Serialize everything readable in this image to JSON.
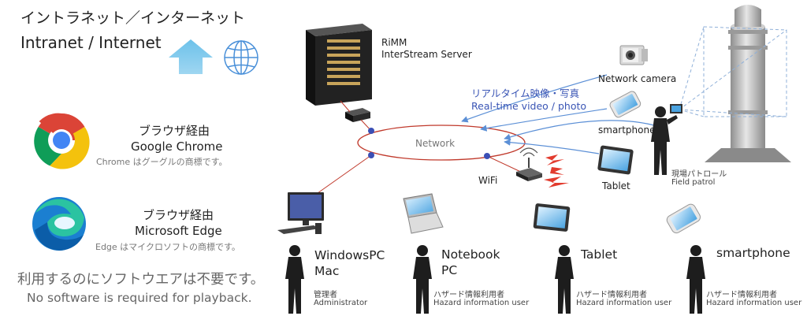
{
  "header": {
    "title_jp": "イントラネット／インターネット",
    "title_en": "Intranet / Internet"
  },
  "browsers": [
    {
      "via_jp": "ブラウザ経由",
      "name": "Google Chrome",
      "note": "Chrome はグーグルの商標です。"
    },
    {
      "via_jp": "ブラウザ経由",
      "name": "Microsoft Edge",
      "note": "Edge はマイクロソフトの商標です。"
    }
  ],
  "footer": {
    "no_software_jp": "利用するのにソフトウエアは不要です。",
    "no_software_en": "No software is required for playback."
  },
  "server": {
    "line1": "RiMM",
    "line2": "InterStream Server"
  },
  "stream": {
    "jp": "リアルタイム映像・写真",
    "en": "Real-time video / photo"
  },
  "network_label": "Network",
  "wifi_label": "WiFi",
  "sources": {
    "camera": "Network camera",
    "smartphone": "smartphone",
    "tablet": "Tablet",
    "patrol_jp": "現場パトロール",
    "patrol_en": "Field patrol"
  },
  "clients": [
    {
      "device_line1": "WindowsPC",
      "device_line2": "Mac",
      "role_jp": "管理者",
      "role_en": "Administrator"
    },
    {
      "device_line1": "Notebook",
      "device_line2": "PC",
      "role_jp": "ハザード情報利用者",
      "role_en": "Hazard information user"
    },
    {
      "device_line1": "Tablet",
      "device_line2": "",
      "role_jp": "ハザード情報利用者",
      "role_en": "Hazard information user"
    },
    {
      "device_line1": "smartphone",
      "device_line2": "",
      "role_jp": "ハザード情報利用者",
      "role_en": "Hazard information user"
    }
  ],
  "colors": {
    "network_ring": "#c0392b",
    "arrow_blue": "#5b8fd6",
    "node_blue": "#3b4fb5",
    "icon_blue": "#7fbde3"
  }
}
